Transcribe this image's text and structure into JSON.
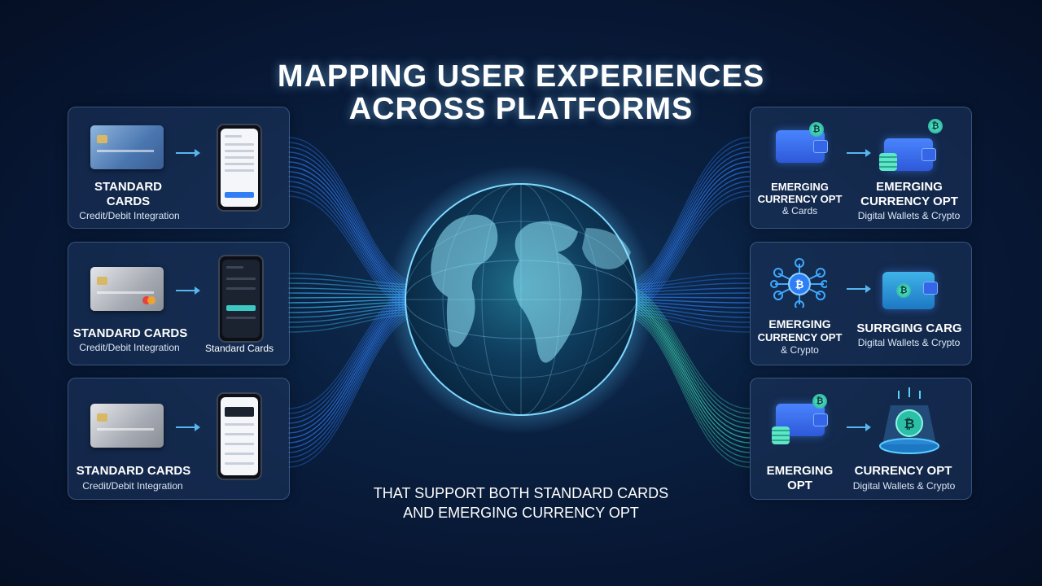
{
  "title": {
    "line1": "MAPPING USER EXPERIENCES",
    "line2": "ACROSS PLATFORMS"
  },
  "left_panels": [
    {
      "title": "STANDARD\nCARDS",
      "title_l1": "STANDARD",
      "title_l2": "CARDS",
      "subtitle": "Credit/Debit Integration",
      "card_style": "blue",
      "phone_style": "light"
    },
    {
      "title_l1": "STANDARD CARDS",
      "subtitle": "Credit/Debit Integration",
      "phone_caption": "Standard Cards",
      "card_style": "silver",
      "phone_style": "dark"
    },
    {
      "title_l1": "STANDARD CARDS",
      "subtitle": "Credit/Debit Integration",
      "card_style": "silver",
      "phone_style": "light"
    }
  ],
  "right_panels": [
    {
      "left_l1": "EMERGING",
      "left_l2": "CURRENCY OPT",
      "left_sub": "& Cards",
      "right_l1": "EMERGING",
      "right_l2": "CURRENCY OPT",
      "right_sub": "Digital Wallets & Crypto"
    },
    {
      "left_l1": "EMERGING",
      "left_l2": "CURRENCY OPT",
      "left_sub": "& Crypto",
      "right_l1": "SURRGING CARG",
      "right_sub": "Digital Wallets & Crypto"
    },
    {
      "left_l1": "EMERGING",
      "left_l2": "OPT",
      "right_l1": "CURRENCY OPT",
      "right_sub": "Digital Wallets & Crypto"
    }
  ],
  "bottom_text": {
    "line1": "THAT SUPPORT BOTH STANDARD CARDS",
    "line2": "AND EMERGING CURRENCY OPT"
  },
  "icons": {
    "crypto_symbol": "₿",
    "card_icon": "credit-card",
    "phone_icon": "smartphone",
    "wallet_icon": "wallet",
    "globe_icon": "globe"
  },
  "colors": {
    "background": "#0a2040",
    "accent_blue": "#2f7ef6",
    "accent_teal": "#3cc9c3",
    "glow": "#8fd4ff"
  }
}
